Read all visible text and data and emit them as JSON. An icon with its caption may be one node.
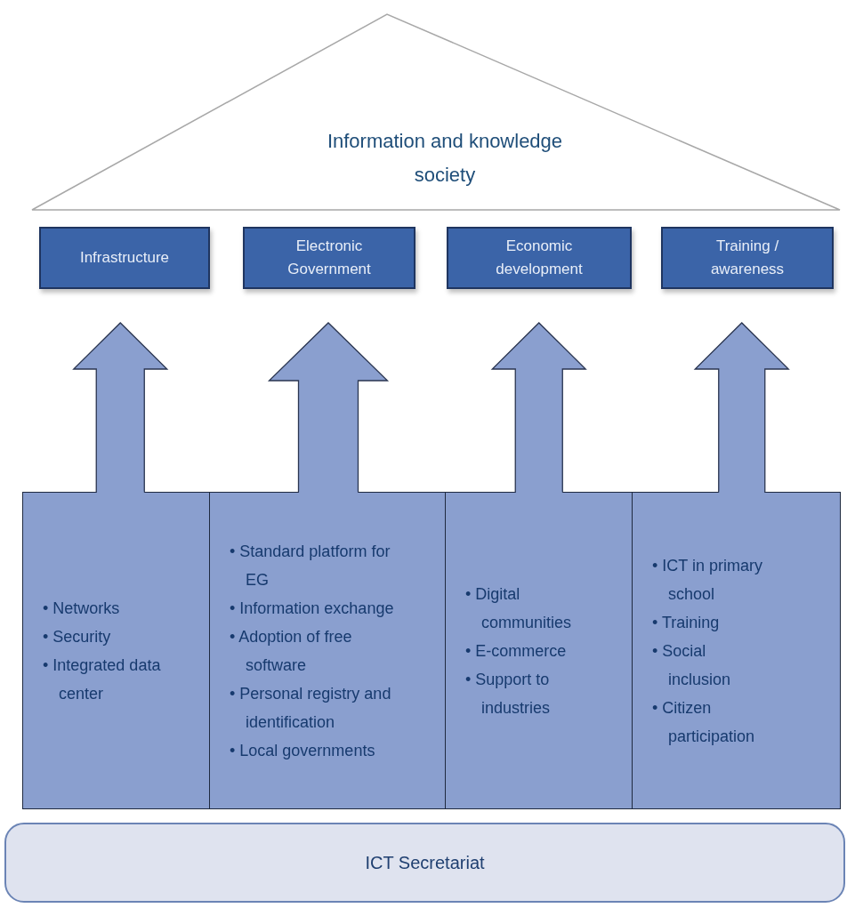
{
  "diagram": {
    "nodes": [
      {
        "text": [
          "Information and knowledge society"
        ]
      },
      {
        "text": [
          "Infrastructure"
        ]
      },
      {
        "text": [
          "Electronic Government"
        ]
      },
      {
        "text": [
          "Economic development"
        ]
      },
      {
        "text": [
          "Training / awareness"
        ]
      },
      {
        "text": [
          "• Networks",
          "• Security",
          "• Integrated data center"
        ]
      },
      {
        "text": [
          "• Standard platform for EG",
          "• Information exchange",
          "• Adoption of free software",
          "• Personal registry and identification",
          "• Local governments"
        ]
      },
      {
        "text": [
          "• Digital communities",
          "• E-commerce",
          "• Support to industries"
        ]
      },
      {
        "text": [
          "• ICT in primary school",
          "• Training",
          "• Social inclusion",
          "• Citizen participation"
        ]
      },
      {
        "text": [
          "ICT Secretariat"
        ]
      }
    ],
    "edges": [
      {
        "from": 5,
        "to": 1,
        "arrow": "to",
        "style": "thick"
      },
      {
        "from": 6,
        "to": 2,
        "arrow": "to",
        "style": "thick"
      },
      {
        "from": 7,
        "to": 3,
        "arrow": "to",
        "style": "thick"
      },
      {
        "from": 8,
        "to": 4,
        "arrow": "to",
        "style": "thick"
      }
    ]
  }
}
